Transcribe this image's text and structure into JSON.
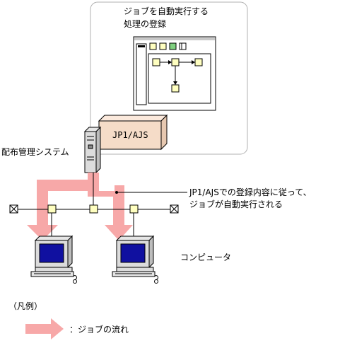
{
  "panel": {
    "title_line1": "ジョブを自動実行する",
    "title_line2": "処理の登録"
  },
  "server": {
    "app_label": "JP1/AJS",
    "system_label": "配布管理システム"
  },
  "callout": {
    "line1": "JP1/AJSでの登録内容に従って、",
    "line2": "ジョブが自動実行される"
  },
  "computers_label": "コンピュータ",
  "legend": {
    "title": "（凡例）",
    "arrow_label": "：ジョブの流れ"
  },
  "colors": {
    "flow_arrow": "#f7a8a8",
    "monitor_screen": "#1010a0",
    "window_accent": "#7fd07f",
    "node_fill": "#ffffc0",
    "server_box": "#f5dcc8"
  }
}
